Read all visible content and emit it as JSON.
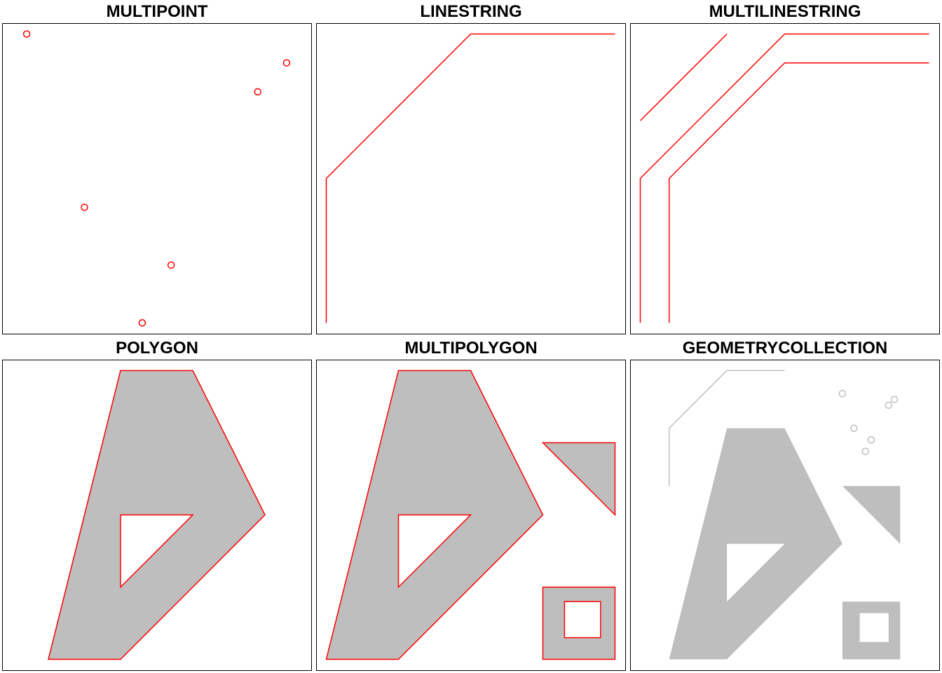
{
  "colors": {
    "stroke": "#FF0000",
    "fill": "#BEBEBE",
    "gc": "#BEBEBE"
  },
  "panels": [
    {
      "title": "MULTIPOINT",
      "type": "MULTIPOINT",
      "points": [
        [
          3.2,
          4
        ],
        [
          3,
          4.6
        ],
        [
          3.8,
          4.4
        ],
        [
          3.5,
          3.8
        ],
        [
          3.4,
          3.6
        ],
        [
          3.9,
          4.5
        ]
      ]
    },
    {
      "title": "LINESTRING",
      "type": "LINESTRING",
      "lines": [
        [
          [
            0,
            3
          ],
          [
            0,
            4
          ],
          [
            1,
            5
          ],
          [
            2,
            5
          ]
        ]
      ]
    },
    {
      "title": "MULTILINESTRING",
      "type": "MULTILINESTRING",
      "lines": [
        [
          [
            0,
            3
          ],
          [
            0,
            4
          ],
          [
            1,
            5
          ],
          [
            2,
            5
          ]
        ],
        [
          [
            0.2,
            3
          ],
          [
            0.2,
            4
          ],
          [
            1,
            4.8
          ],
          [
            2,
            4.8
          ]
        ],
        [
          [
            0,
            4.4
          ],
          [
            0.6,
            5
          ]
        ]
      ]
    },
    {
      "title": "POLYGON",
      "type": "POLYGON",
      "polygons": [
        [
          [
            [
              0,
              0
            ],
            [
              1,
              0
            ],
            [
              3,
              2
            ],
            [
              2,
              4
            ],
            [
              1,
              4
            ],
            [
              0,
              0
            ]
          ],
          [
            [
              1,
              1
            ],
            [
              1,
              2
            ],
            [
              2,
              2
            ],
            [
              1,
              1
            ]
          ]
        ]
      ]
    },
    {
      "title": "MULTIPOLYGON",
      "type": "MULTIPOLYGON",
      "polygons": [
        [
          [
            [
              0,
              0
            ],
            [
              1,
              0
            ],
            [
              3,
              2
            ],
            [
              2,
              4
            ],
            [
              1,
              4
            ],
            [
              0,
              0
            ]
          ],
          [
            [
              1,
              1
            ],
            [
              1,
              2
            ],
            [
              2,
              2
            ],
            [
              1,
              1
            ]
          ]
        ],
        [
          [
            [
              3,
              0
            ],
            [
              4,
              0
            ],
            [
              4,
              1
            ],
            [
              3,
              1
            ],
            [
              3,
              0
            ]
          ],
          [
            [
              3.3,
              0.3
            ],
            [
              3.3,
              0.8
            ],
            [
              3.8,
              0.8
            ],
            [
              3.8,
              0.3
            ],
            [
              3.3,
              0.3
            ]
          ]
        ],
        [
          [
            [
              3,
              3
            ],
            [
              4,
              2
            ],
            [
              4,
              3
            ],
            [
              3,
              3
            ]
          ]
        ]
      ]
    },
    {
      "title": "GEOMETRYCOLLECTION",
      "type": "GEOMETRYCOLLECTION",
      "points": [
        [
          3.2,
          4
        ],
        [
          3,
          4.6
        ],
        [
          3.8,
          4.4
        ],
        [
          3.5,
          3.8
        ],
        [
          3.4,
          3.6
        ],
        [
          3.9,
          4.5
        ]
      ],
      "lines": [
        [
          [
            0,
            3
          ],
          [
            0,
            4
          ],
          [
            1,
            5
          ],
          [
            2,
            5
          ]
        ]
      ],
      "polygons": [
        [
          [
            [
              0,
              0
            ],
            [
              1,
              0
            ],
            [
              3,
              2
            ],
            [
              2,
              4
            ],
            [
              1,
              4
            ],
            [
              0,
              0
            ]
          ],
          [
            [
              1,
              1
            ],
            [
              1,
              2
            ],
            [
              2,
              2
            ],
            [
              1,
              1
            ]
          ]
        ],
        [
          [
            [
              3,
              0
            ],
            [
              4,
              0
            ],
            [
              4,
              1
            ],
            [
              3,
              1
            ],
            [
              3,
              0
            ]
          ],
          [
            [
              3.3,
              0.3
            ],
            [
              3.3,
              0.8
            ],
            [
              3.8,
              0.8
            ],
            [
              3.8,
              0.3
            ],
            [
              3.3,
              0.3
            ]
          ]
        ],
        [
          [
            [
              3,
              3
            ],
            [
              4,
              2
            ],
            [
              4,
              3
            ],
            [
              3,
              3
            ]
          ]
        ]
      ]
    }
  ]
}
